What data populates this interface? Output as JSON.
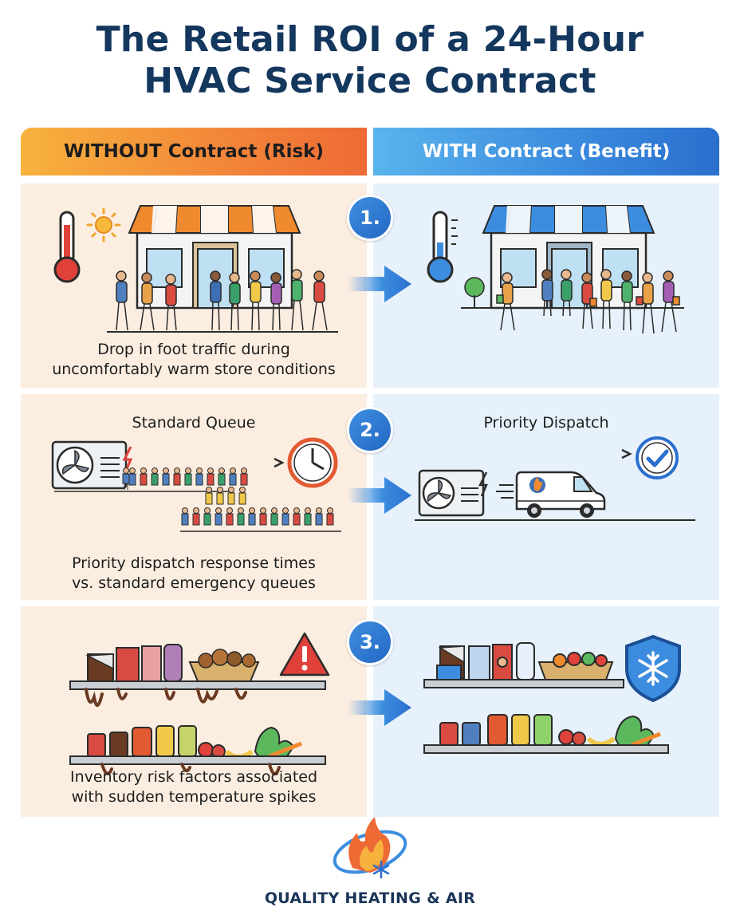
{
  "title": {
    "line1": "The Retail ROI of a 24-Hour",
    "line2": "HVAC Service Contract"
  },
  "headers": {
    "without": "WITHOUT Contract (Risk)",
    "with": "WITH Contract (Benefit)"
  },
  "rows": [
    {
      "number": "1.",
      "caption_line1": "Drop in foot traffic during",
      "caption_line2": "uncomfortably warm store conditions"
    },
    {
      "number": "2.",
      "left_label": "Standard Queue",
      "right_label": "Priority Dispatch",
      "caption_line1": "Priority dispatch response times",
      "caption_line2": "vs. standard emergency queues"
    },
    {
      "number": "3.",
      "caption_line1": "Inventory risk factors associated",
      "caption_line2": "with sudden temperature spikes"
    }
  ],
  "brand": {
    "name": "QUALITY HEATING & AIR"
  },
  "colors": {
    "title": "#14375e",
    "risk_accent": "#ee6a35",
    "benefit_accent": "#2a6fce",
    "panel_risk": "#fbeee1",
    "panel_benefit": "#e6f1fb"
  },
  "icons": [
    "thermometer-hot-icon",
    "sun-icon",
    "storefront-icon",
    "thermometer-cool-icon",
    "ac-unit-icon",
    "clock-icon",
    "van-icon",
    "checkmark-icon",
    "warning-icon",
    "snowflake-shield-icon",
    "arrow-right-icon",
    "flame-logo-icon"
  ]
}
